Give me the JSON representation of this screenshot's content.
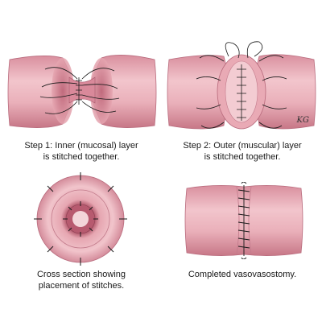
{
  "panels": [
    {
      "id": "step1",
      "caption_lines": [
        "Step 1: Inner (mucosal) layer",
        "is stitched together."
      ]
    },
    {
      "id": "step2",
      "caption_lines": [
        "Step 2: Outer (muscular) layer",
        "is stitched together."
      ],
      "signature": "KG"
    },
    {
      "id": "cross-section",
      "caption_lines": [
        "Cross section showing",
        "placement of stitches."
      ]
    },
    {
      "id": "completed",
      "caption_lines": [
        "Completed vasovasostomy."
      ]
    }
  ],
  "colors": {
    "tissue": "#e7a8b2",
    "tissue_light": "#f3ccd2",
    "tissue_dark": "#c9788a",
    "suture": "#1a1a1a"
  }
}
